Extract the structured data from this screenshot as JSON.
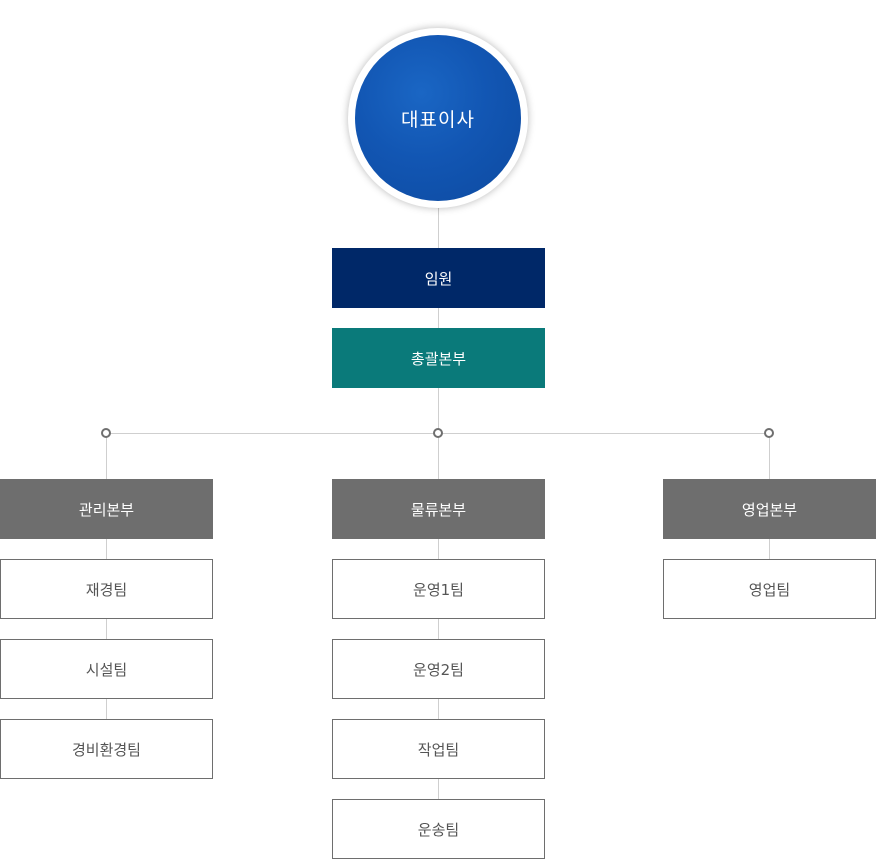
{
  "org": {
    "ceo": "대표이사",
    "executives": "임원",
    "general_hq": "총괄본부",
    "divisions": [
      {
        "name": "관리본부",
        "teams": [
          "재경팀",
          "시설팀",
          "경비환경팀"
        ]
      },
      {
        "name": "물류본부",
        "teams": [
          "운영1팀",
          "운영2팀",
          "작업팀",
          "운송팀"
        ]
      },
      {
        "name": "영업본부",
        "teams": [
          "영업팀"
        ]
      }
    ]
  },
  "colors": {
    "ceo": "#1256b3",
    "executives": "#002868",
    "general_hq": "#0a7a7a",
    "division": "#6e6e6e",
    "team_border": "#6e6e6e",
    "connector": "#cfcfcf"
  }
}
